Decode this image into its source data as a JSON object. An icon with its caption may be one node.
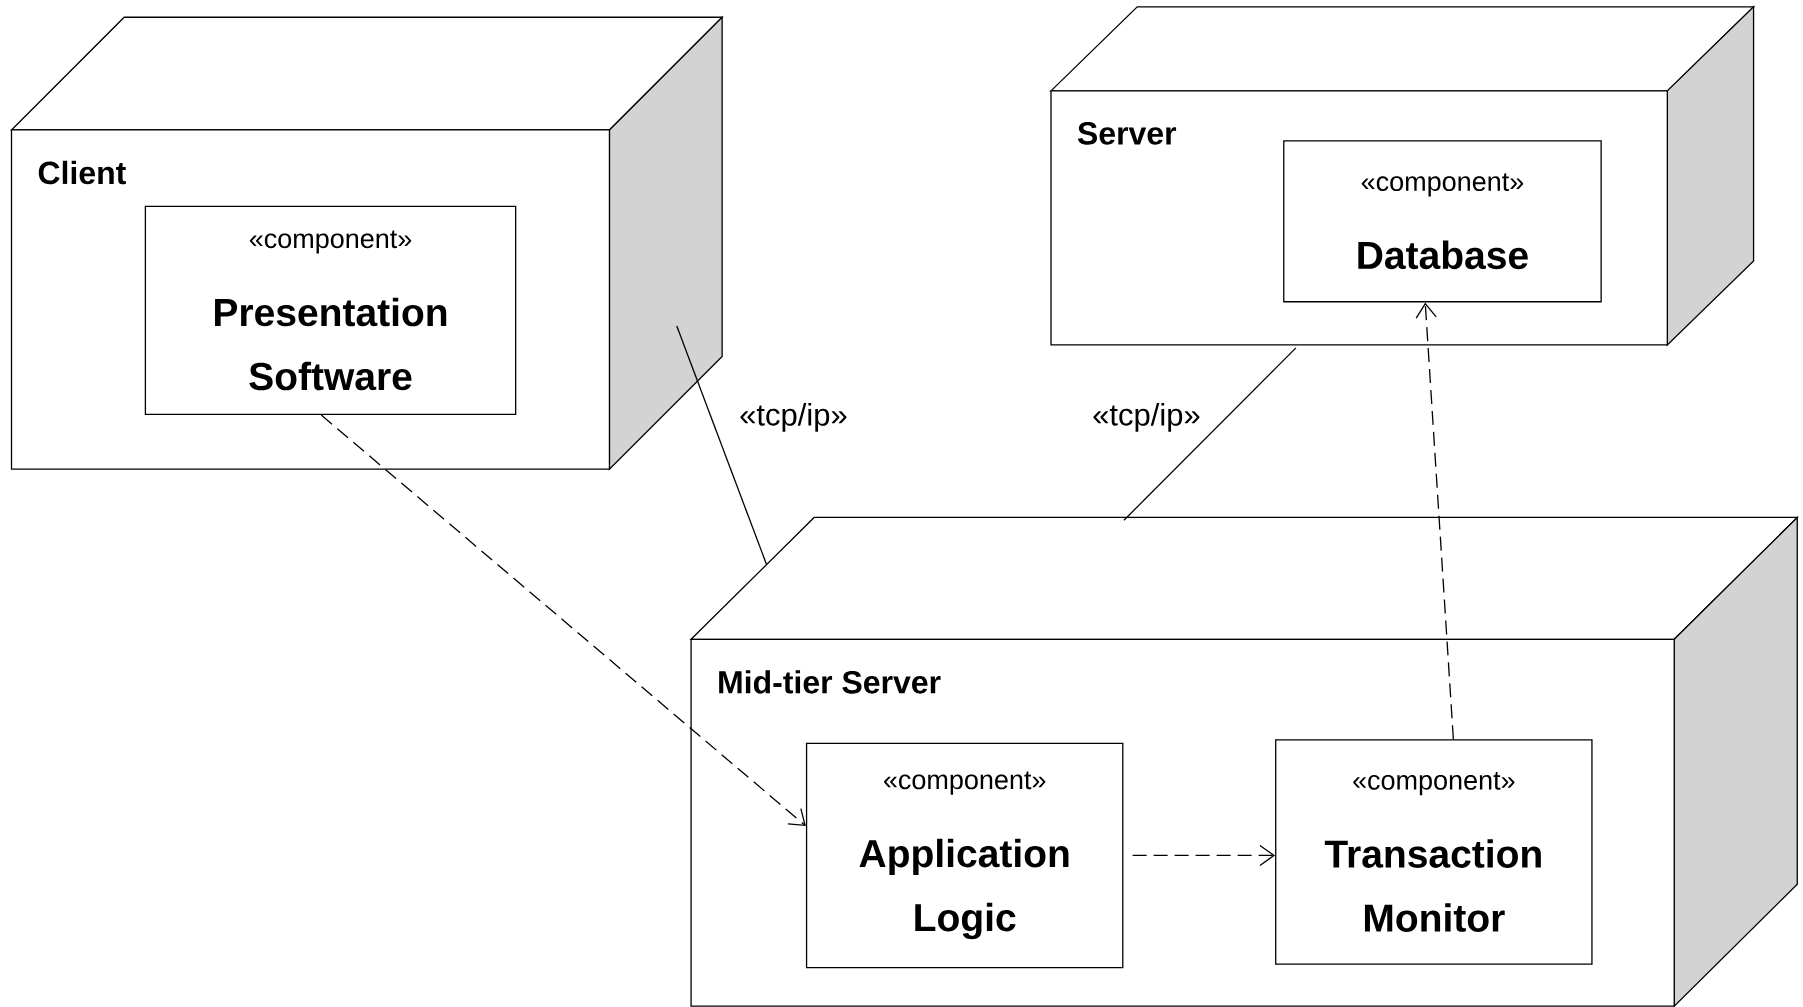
{
  "diagram": {
    "nodes": [
      {
        "text": [
          "Client"
        ]
      },
      {
        "text": [
          "«component»",
          "Presentation Software"
        ],
        "in": 0
      },
      {
        "text": [
          "Server"
        ]
      },
      {
        "text": [
          "«component»",
          "Database"
        ],
        "in": 2
      },
      {
        "text": [
          "Mid-tier Server"
        ]
      },
      {
        "text": [
          "«component»",
          "Application Logic"
        ],
        "in": 4
      },
      {
        "text": [
          "«component»",
          "Transaction Monitor"
        ],
        "in": 4
      }
    ],
    "edges": [
      {
        "from": 0,
        "to": 4,
        "arrow": "none",
        "label": "«tcp/ip»"
      },
      {
        "from": 2,
        "to": 4,
        "arrow": "none",
        "label": "«tcp/ip»"
      },
      {
        "from": 1,
        "to": 5,
        "arrow": "to",
        "style": "dashed"
      },
      {
        "from": 5,
        "to": 6,
        "arrow": "to",
        "style": "dashed"
      },
      {
        "from": 6,
        "to": 3,
        "arrow": "to",
        "style": "dashed"
      }
    ]
  }
}
